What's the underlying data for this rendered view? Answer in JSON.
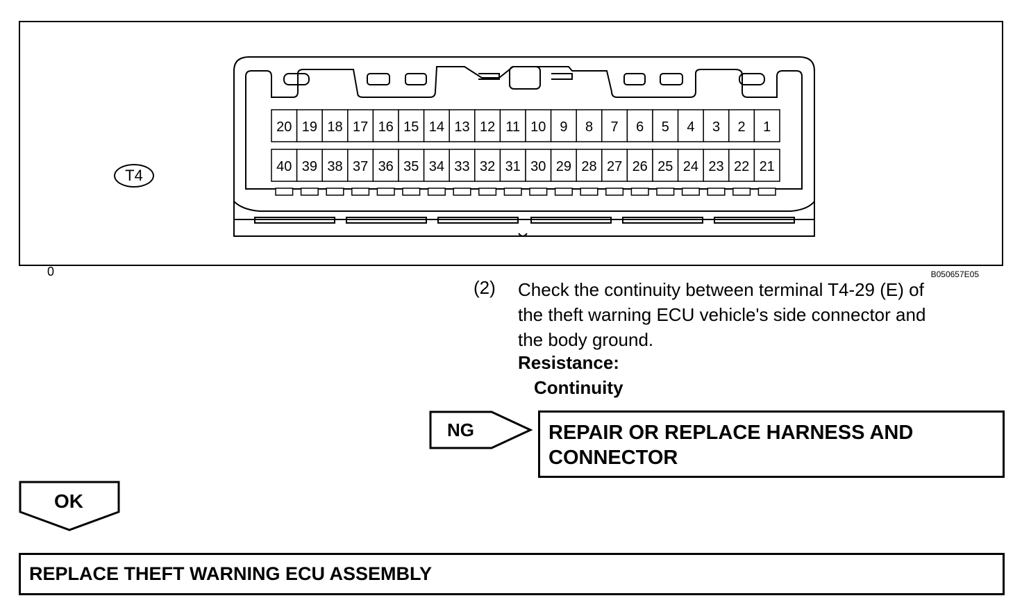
{
  "figure": {
    "connector_label": "T4",
    "corner_mark": "0",
    "figure_id": "B050657E05",
    "pin_rows": [
      [
        "20",
        "19",
        "18",
        "17",
        "16",
        "15",
        "14",
        "13",
        "12",
        "11",
        "10",
        "9",
        "8",
        "7",
        "6",
        "5",
        "4",
        "3",
        "2",
        "1"
      ],
      [
        "40",
        "39",
        "38",
        "37",
        "36",
        "35",
        "34",
        "33",
        "32",
        "31",
        "30",
        "29",
        "28",
        "27",
        "26",
        "25",
        "24",
        "23",
        "22",
        "21"
      ]
    ]
  },
  "step": {
    "number": "(2)",
    "lines": [
      "Check the continuity between terminal T4-29 (E) of",
      "the theft warning ECU vehicle's side connector and",
      "the body ground."
    ],
    "spec_label": "Resistance:",
    "spec_value": "Continuity"
  },
  "ng": {
    "tag": "NG",
    "result_lines": [
      "REPAIR OR REPLACE HARNESS AND",
      "CONNECTOR"
    ]
  },
  "ok": {
    "tag": "OK",
    "result": "REPLACE THEFT WARNING ECU ASSEMBLY"
  }
}
